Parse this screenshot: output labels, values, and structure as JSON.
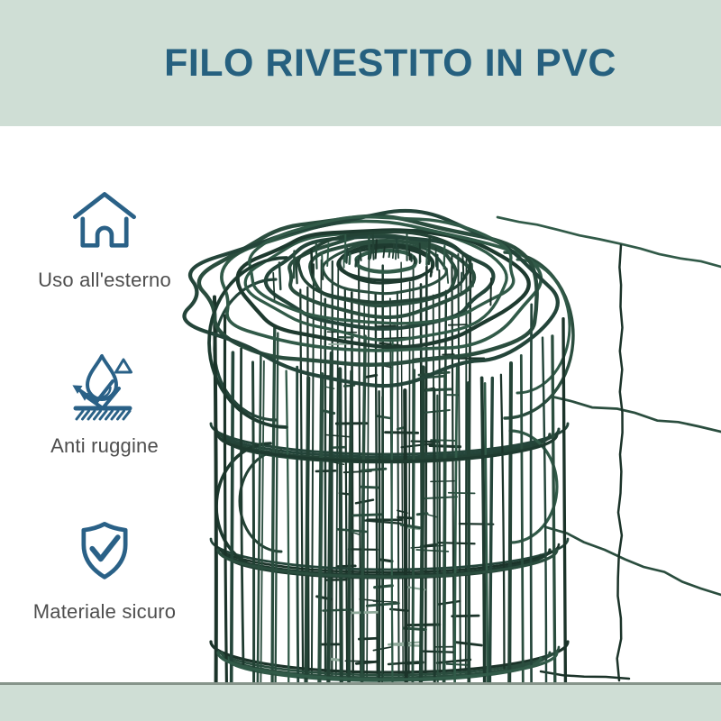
{
  "header": {
    "title": "FILO RIVESTITO IN PVC"
  },
  "features": [
    {
      "icon": "house-icon",
      "label": "Uso all'esterno"
    },
    {
      "icon": "anti-rust-icon",
      "label": "Anti ruggine"
    },
    {
      "icon": "shield-check-icon",
      "label": "Materiale sicuro"
    }
  ],
  "product_photo": {
    "name": "pvc-coated-wire-mesh-roll"
  },
  "colors": {
    "banner_bg": "#cfded5",
    "title_text": "#26607f",
    "icon_stroke": "#2a6187",
    "label_text": "#4e4e4e",
    "footer_border": "#87958b",
    "wire_palette": [
      "#1b3329",
      "#234235",
      "#2a4d3e",
      "#315a48",
      "#24453a",
      "#1e3a2f"
    ],
    "wire_highlight": "#8fa99a"
  }
}
